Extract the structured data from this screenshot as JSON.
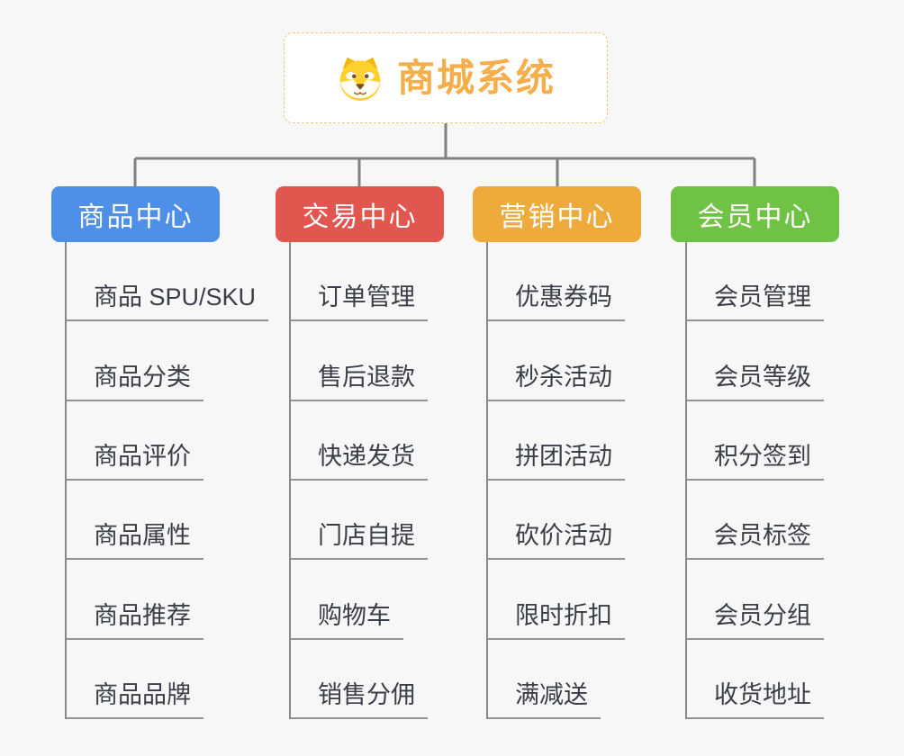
{
  "background": "#F7F7F7",
  "connectors": {
    "color": "#808080"
  },
  "root": {
    "title": "商城系统",
    "title_color": "#F5AE49",
    "border_color": "#F2C383",
    "icon": "dog-face-icon"
  },
  "item_style": {
    "text_color": "#3A3E46",
    "underline_color": "#949494"
  },
  "branches": [
    {
      "label": "商品中心",
      "color": "#4E90E8",
      "items": [
        "商品 SPU/SKU",
        "商品分类",
        "商品评价",
        "商品属性",
        "商品推荐",
        "商品品牌"
      ]
    },
    {
      "label": "交易中心",
      "color": "#E25650",
      "items": [
        "订单管理",
        "售后退款",
        "快递发货",
        "门店自提",
        "购物车",
        "销售分佣"
      ]
    },
    {
      "label": "营销中心",
      "color": "#EFAA3C",
      "items": [
        "优惠券码",
        "秒杀活动",
        "拼团活动",
        "砍价活动",
        "限时折扣",
        "满减送"
      ]
    },
    {
      "label": "会员中心",
      "color": "#6FC243",
      "items": [
        "会员管理",
        "会员等级",
        "积分签到",
        "会员标签",
        "会员分组",
        "收货地址"
      ]
    }
  ]
}
